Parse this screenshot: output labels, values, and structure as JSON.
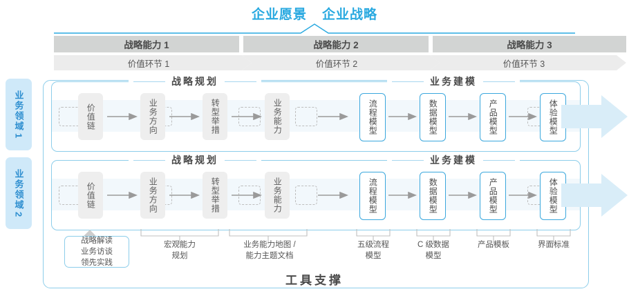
{
  "header": {
    "vision": "企业愿景",
    "strategy": "企业战略"
  },
  "capabilities": [
    {
      "label": "战略能力 1"
    },
    {
      "label": "战略能力 2"
    },
    {
      "label": "战略能力 3"
    }
  ],
  "value_links": [
    {
      "label": "价值环节 1"
    },
    {
      "label": "价值环节 2"
    },
    {
      "label": "价值环节 3"
    }
  ],
  "domains": [
    {
      "name": "业务领域",
      "number": "1"
    },
    {
      "name": "业务领域",
      "number": "2"
    }
  ],
  "sections": {
    "planning": "战略规划",
    "modeling": "业务建模"
  },
  "nodes": {
    "planning": [
      {
        "label": "价值链"
      },
      {
        "label": "业务方向"
      },
      {
        "label": "转型举措"
      },
      {
        "label": "业务能力"
      }
    ],
    "modeling": [
      {
        "label": "流程模型"
      },
      {
        "label": "数据模型"
      },
      {
        "label": "产品模型"
      },
      {
        "label": "体验模型"
      }
    ]
  },
  "tool_labels": [
    {
      "line1": "战略解读",
      "line2": "业务访谈",
      "line3": "领先实践"
    },
    {
      "line1": "宏观能力",
      "line2": "规划"
    },
    {
      "line1": "业务能力地图 /",
      "line2": "能力主题文档"
    },
    {
      "line1": "五级流程",
      "line2": "模型"
    },
    {
      "line1": "C 级数据",
      "line2": "模型"
    },
    {
      "line1": "产品模板"
    },
    {
      "line1": "界面标准"
    }
  ],
  "footer": {
    "label": "工具支撑"
  },
  "colors": {
    "accent": "#29a9e0",
    "border": "#8ccdea",
    "bar": "#d2d4d3",
    "chevron": "#ececec",
    "node_gray": "#eeeeee",
    "node_blue_border": "#3aa7dd",
    "band": "#f2f8fc",
    "domain_bg": "#cfe9f9",
    "domain_text": "#2f8fd0"
  }
}
